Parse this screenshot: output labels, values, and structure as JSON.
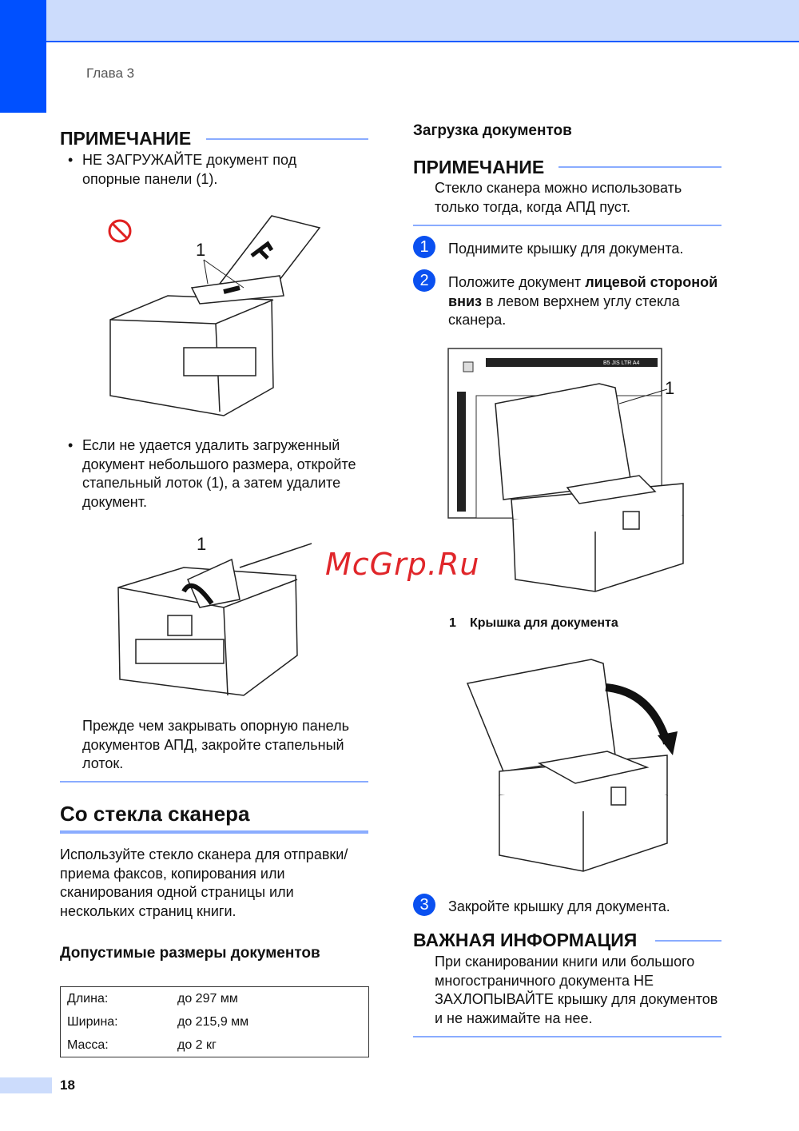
{
  "header": {
    "chapter": "Глава 3",
    "page_number": "18"
  },
  "left": {
    "note1": {
      "title": "ПРИМЕЧАНИЕ",
      "bullet1": "НЕ ЗАГРУЖАЙТЕ документ под опорные панели (1).",
      "callout1": "1",
      "bullet2": "Если не удается удалить загруженный документ небольшого размера, откройте стапельный лоток (1), а затем удалите документ.",
      "callout2": "1",
      "closing": "Прежде чем закрывать опорную панель документов АПД, закройте стапельный лоток."
    },
    "section": {
      "title": "Со стекла сканера",
      "text": "Используйте стекло сканера для отправки/приема факсов, копирования или сканирования одной страницы или нескольких страниц книги."
    },
    "sizes": {
      "title": "Допустимые размеры документов",
      "rows": [
        {
          "label": "Длина:",
          "value": "до 297 мм"
        },
        {
          "label": "Ширина:",
          "value": "до 215,9 мм"
        },
        {
          "label": "Масса:",
          "value": "до 2 кг"
        }
      ]
    }
  },
  "right": {
    "subtitle": "Загрузка документов",
    "note": {
      "title": "ПРИМЕЧАНИЕ",
      "text": "Стекло сканера можно использовать только тогда, когда АПД пуст."
    },
    "steps": [
      {
        "num": "1",
        "text": "Поднимите крышку для документа."
      },
      {
        "num": "2",
        "text_a": "Положите документ ",
        "bold": "лицевой стороной вниз",
        "text_b": " в левом верхнем углу стекла сканера."
      },
      {
        "num": "3",
        "text": "Закройте крышку для документа."
      }
    ],
    "figure": {
      "callout": "1",
      "scale_labels": [
        "B5 JIS",
        "LTR",
        "A4"
      ],
      "caption_num": "1",
      "caption": "Крышка для документа"
    },
    "important": {
      "title": "ВАЖНАЯ ИНФОРМАЦИЯ",
      "text": "При сканировании книги или большого многостраничного документа НЕ ЗАХЛОПЫВАЙТЕ крышку для документов и не нажимайте на нее."
    }
  },
  "watermark": "McGrp.Ru"
}
